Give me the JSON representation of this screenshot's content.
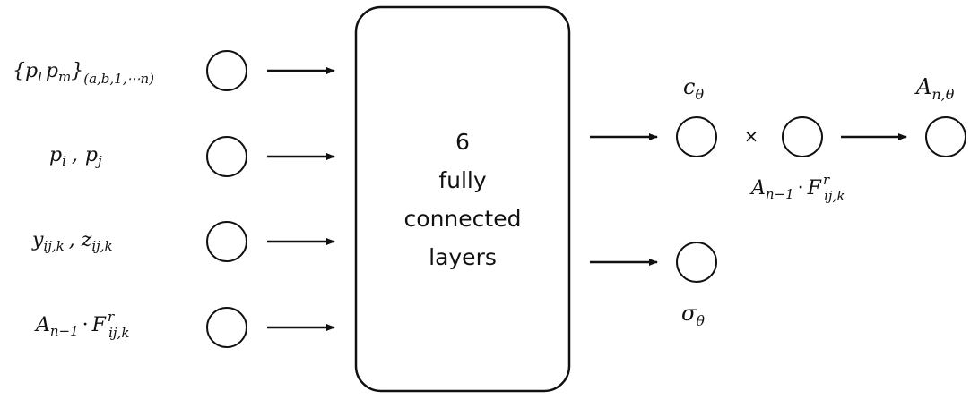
{
  "inputs": [
    {
      "label": "{p_l p_m}_(a,b,1,⋯n)"
    },
    {
      "label": "p_i , p_j"
    },
    {
      "label": "y_ij,k , z_ij,k"
    },
    {
      "label": "A_n−1 · F^r_ij,k"
    }
  ],
  "box": {
    "line1": "6",
    "line2": "fully",
    "line3": "connected",
    "line4": "layers"
  },
  "outputs": {
    "c": "c_θ",
    "sigma": "σ_θ",
    "times": "×",
    "multiplier": "A_n−1 · F^r_ij,k",
    "result": "A_n,θ"
  },
  "colors": {
    "stroke": "#111111",
    "background": "#ffffff"
  }
}
